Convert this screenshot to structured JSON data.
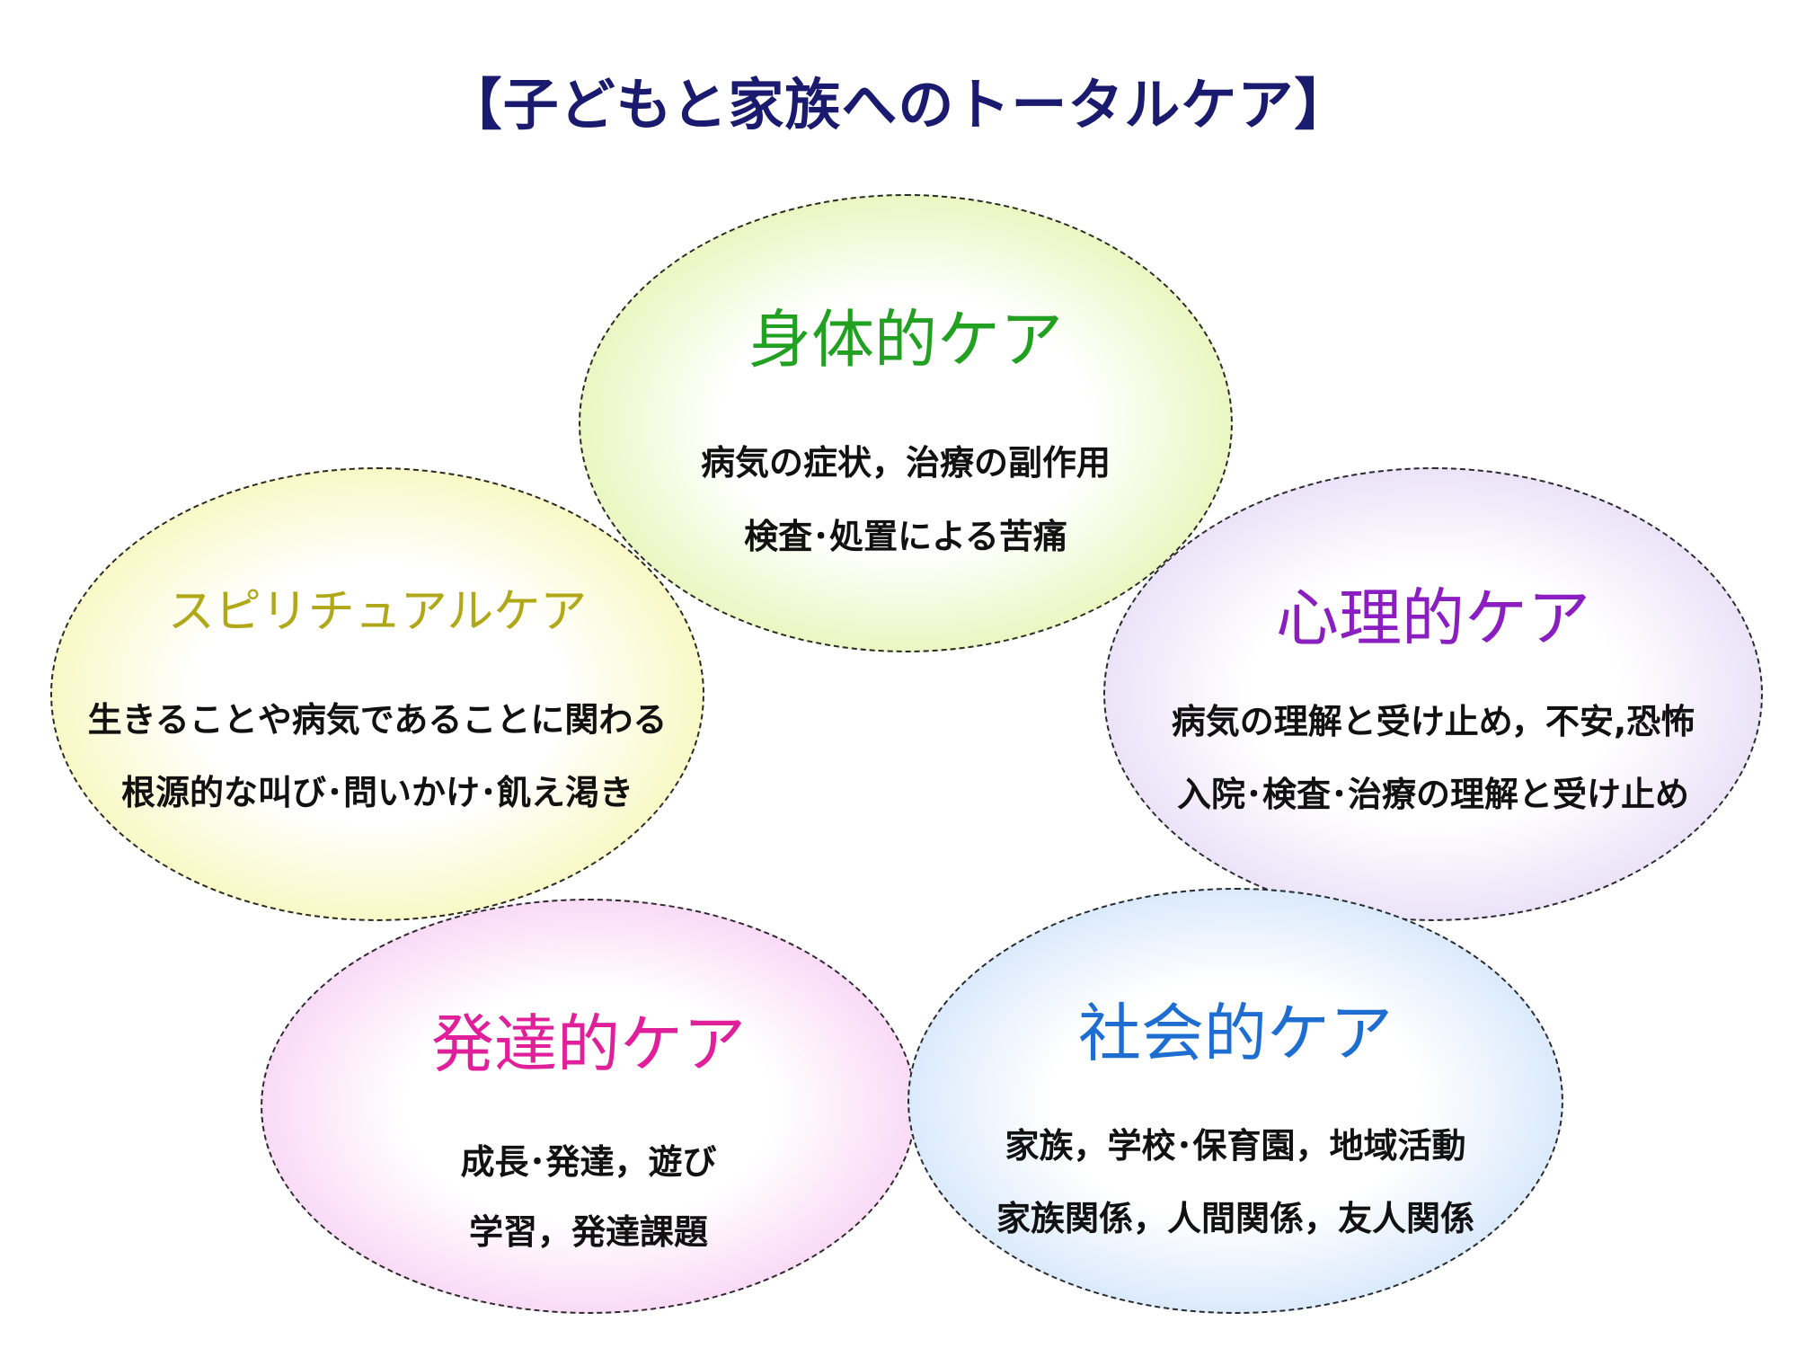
{
  "title": "【子どもと家族へのトータルケア】",
  "circles": {
    "physical": {
      "heading": "身体的ケア",
      "color": "#22a022",
      "lines": [
        "病気の症状，治療の副作用",
        "検査･処置による苦痛"
      ]
    },
    "spiritual": {
      "heading": "スピリチュアルケア",
      "color": "#b0a818",
      "lines": [
        "生きることや病気であることに関わる",
        "根源的な叫び･問いかけ･飢え渇き"
      ]
    },
    "psychological": {
      "heading": "心理的ケア",
      "color": "#8a1ec0",
      "lines": [
        "病気の理解と受け止め，不安,恐怖",
        "入院･検査･治療の理解と受け止め"
      ]
    },
    "developmental": {
      "heading": "発達的ケア",
      "color": "#e0209a",
      "lines": [
        "成長･発達，遊び",
        "学習，発達課題"
      ]
    },
    "social": {
      "heading": "社会的ケア",
      "color": "#1e6ed2",
      "lines": [
        "家族，学校･保育園，地域活動",
        "家族関係，人間関係，友人関係"
      ]
    }
  }
}
